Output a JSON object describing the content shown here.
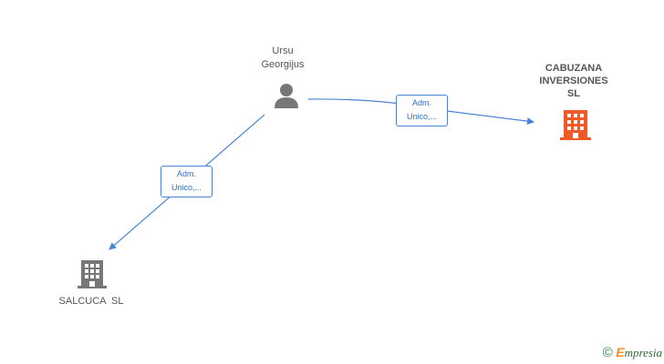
{
  "nodes": {
    "person": {
      "name_line1": "Ursu",
      "name_line2": "Georgijus",
      "icon": "person-icon"
    },
    "company_main": {
      "name_line1": "CABUZANA",
      "name_line2": "INVERSIONES",
      "name_line3": "SL",
      "icon": "building-icon",
      "color": "#f05a28"
    },
    "company_secondary": {
      "name": "SALCUCA  SL",
      "icon": "building-icon",
      "color": "#777777"
    }
  },
  "edges": [
    {
      "label_line1": "Adm.",
      "label_line2": "Unico,..."
    },
    {
      "label_line1": "Adm.",
      "label_line2": "Unico,..."
    }
  ],
  "colors": {
    "edge": "#4a84d8",
    "person_icon": "#777777"
  },
  "brand": {
    "copyright": "©",
    "logo_first": "E",
    "logo_rest": "mpresia"
  }
}
